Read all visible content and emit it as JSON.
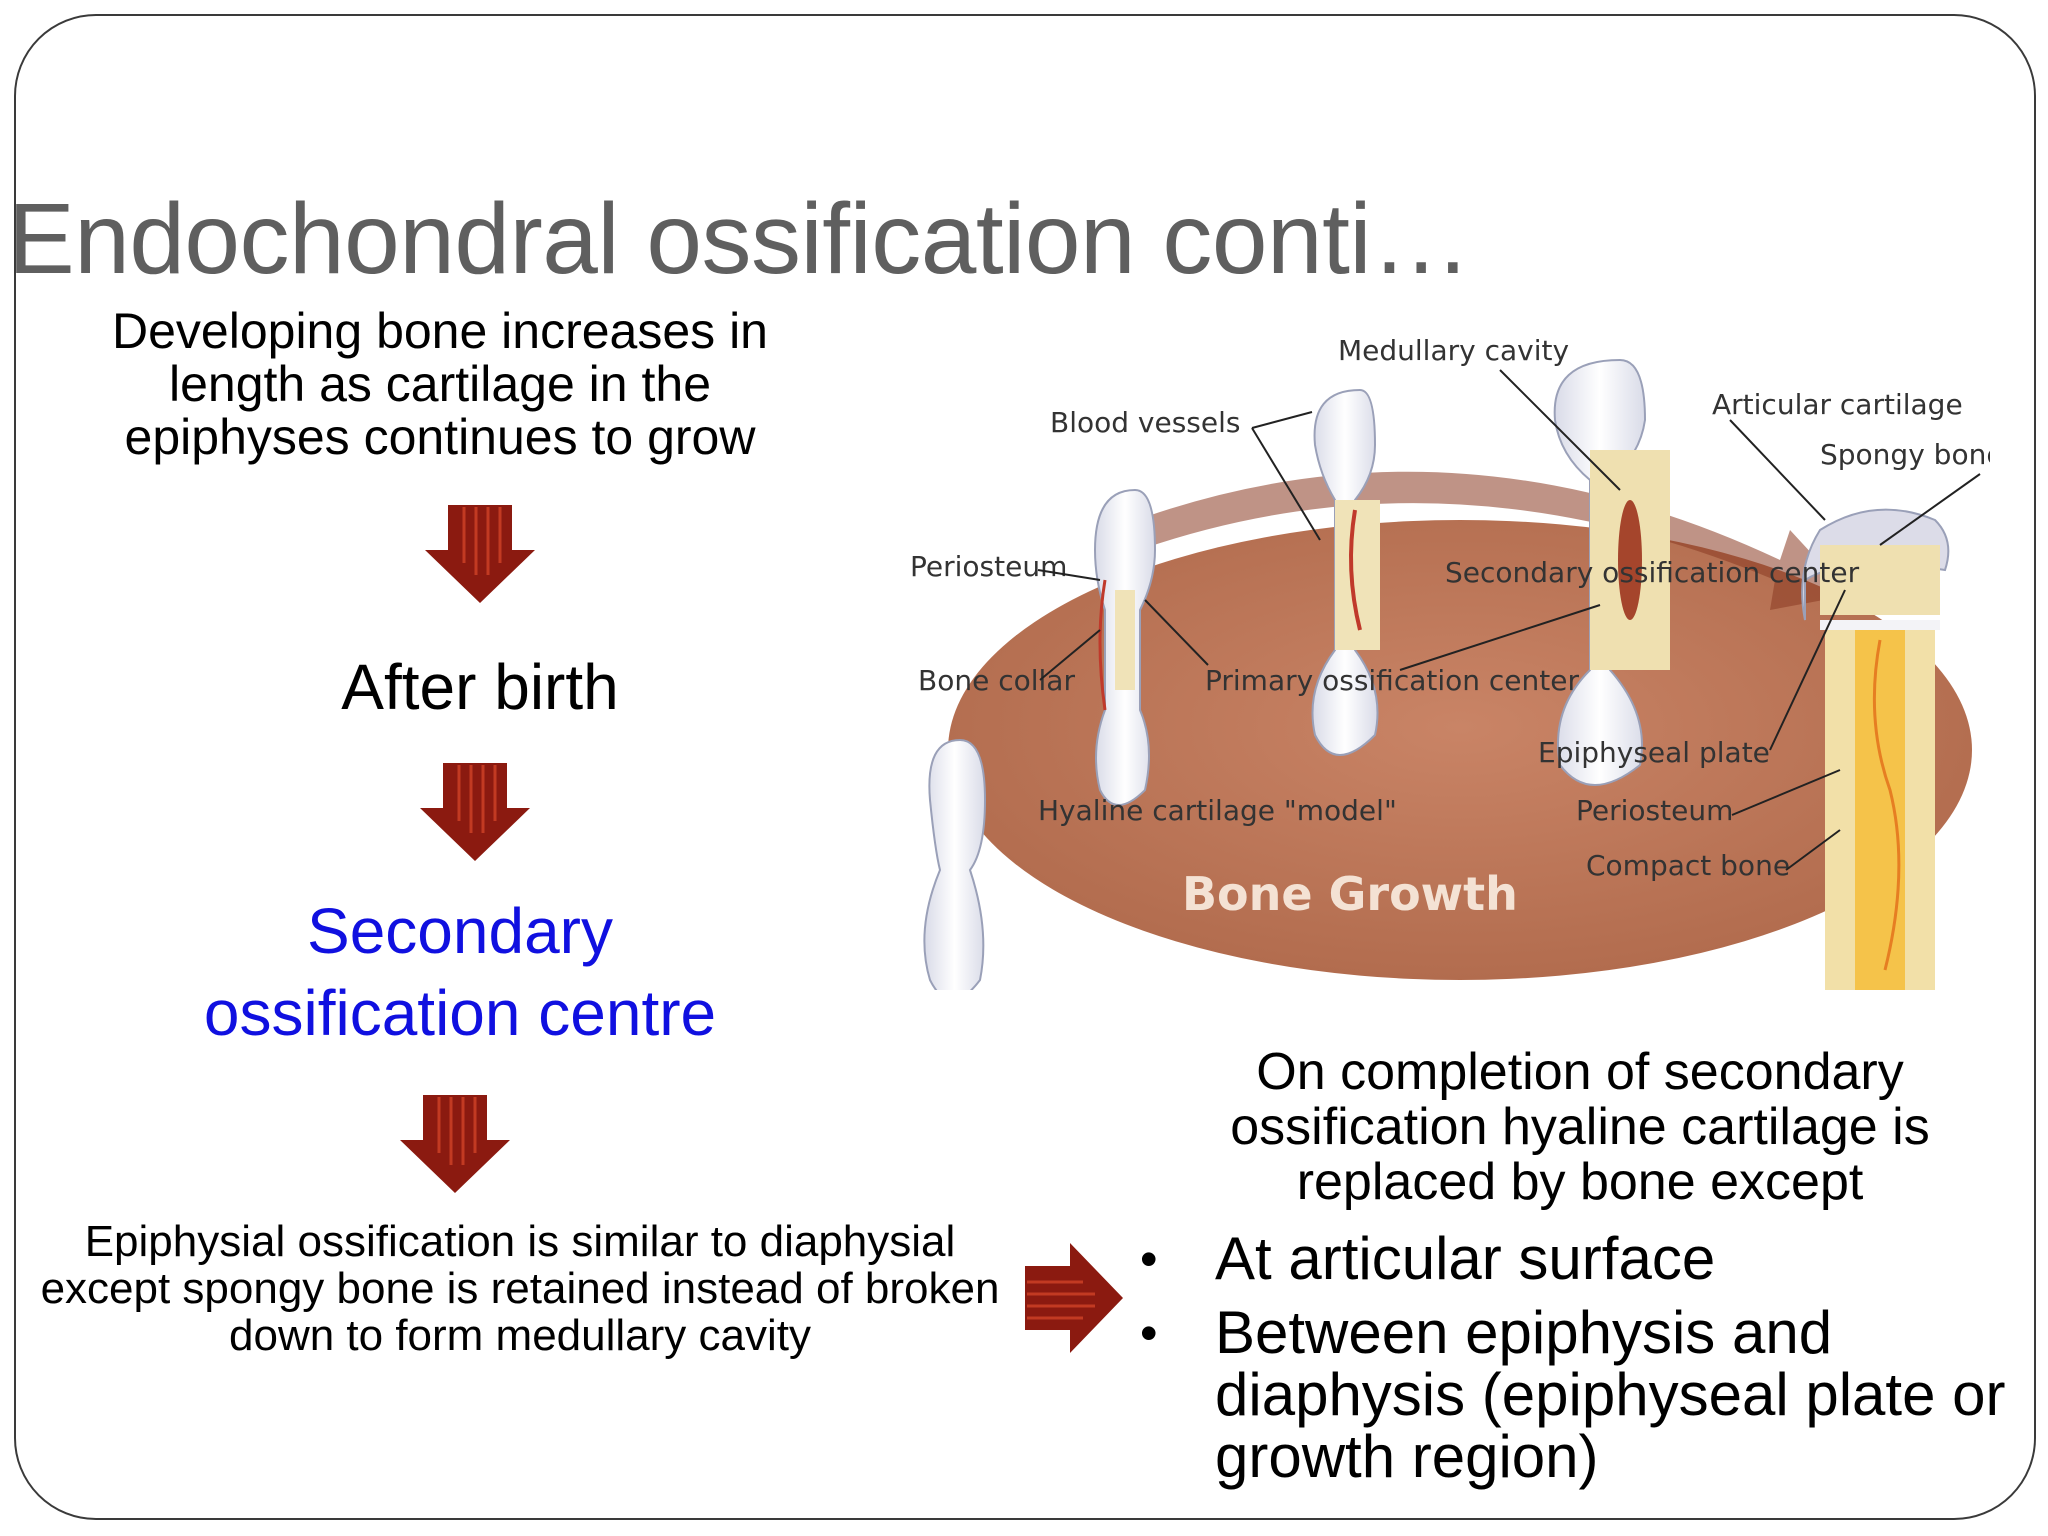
{
  "slide": {
    "title": "Endochondral ossification conti…",
    "intro_text": "Developing bone increases in length as cartilage in the epiphyses continues to grow",
    "after_birth": "After birth",
    "secondary_centre": "Secondary ossification centre",
    "epiphysial_text": "Epiphysial ossification is similar to diaphysial except spongy bone is retained instead of broken down to form medullary cavity",
    "completion_text": "On completion of secondary ossification hyaline cartilage is replaced by bone except",
    "bullets": [
      "At articular surface",
      "Between epiphysis and diaphysis (epiphyseal plate or growth region)"
    ],
    "colors": {
      "title": "#5f5f5f",
      "highlight": "#1010e0",
      "arrow": "#8b1a10"
    }
  },
  "diagram": {
    "caption": "Bone Growth",
    "labels": {
      "medullary_cavity": "Medullary cavity",
      "blood_vessels": "Blood vessels",
      "articular_cartilage": "Articular cartilage",
      "spongy_bone": "Spongy bone",
      "periosteum_left": "Periosteum",
      "secondary_ossification_center": "Secondary ossification center",
      "bone_collar": "Bone collar",
      "primary_ossification_center": "Primary ossification center",
      "epiphyseal_plate": "Epiphyseal plate",
      "hyaline_cartilage_model": "Hyaline cartilage \"model\"",
      "periosteum_right": "Periosteum",
      "compact_bone": "Compact bone"
    }
  }
}
